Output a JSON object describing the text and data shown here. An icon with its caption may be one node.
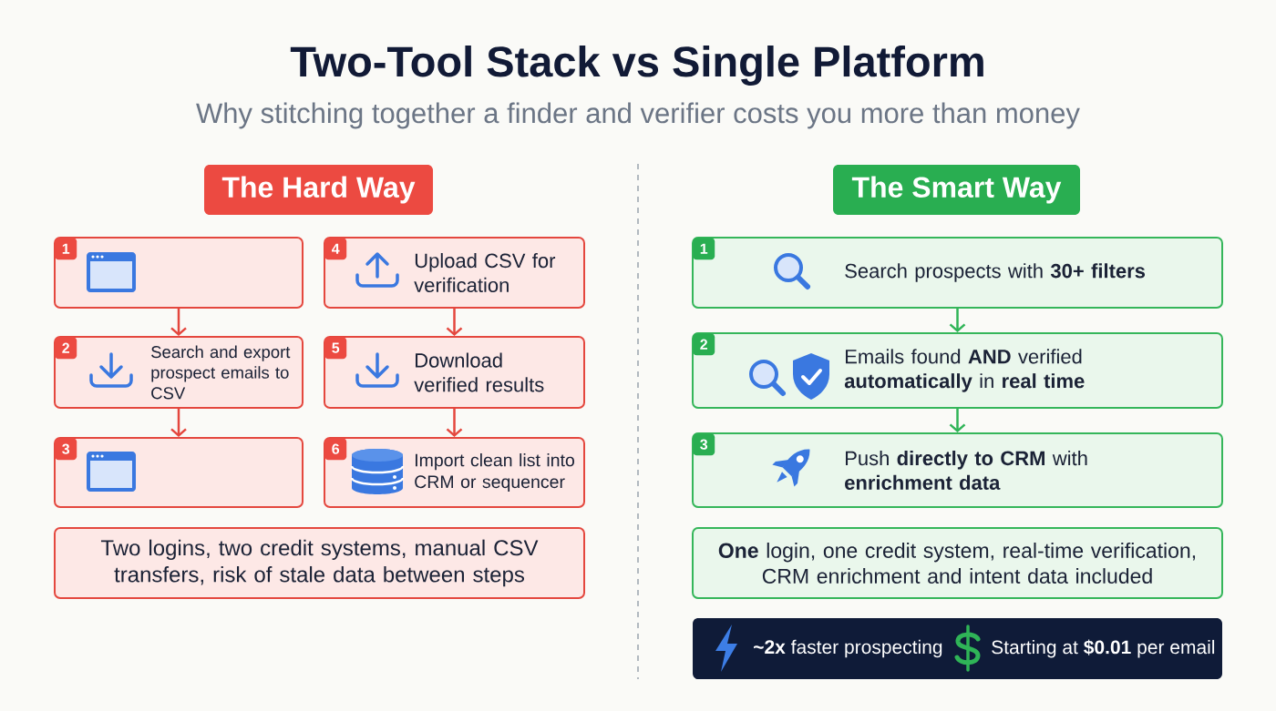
{
  "diagram": {
    "title": "Two-Tool Stack vs Single Platform",
    "nodes": [
      {
        "text": [
          "The Hard Way"
        ]
      },
      {
        "text": [
          "1"
        ]
      },
      {
        "text": [
          "2",
          "Search and export prospect emails to CSV"
        ]
      },
      {
        "text": [
          "3"
        ]
      },
      {
        "text": [
          "4",
          "Upload CSV for verification"
        ]
      },
      {
        "text": [
          "5",
          "Download verified results"
        ]
      },
      {
        "text": [
          "6",
          "Import clean list into CRM or sequencer"
        ]
      },
      {
        "text": [
          "Two logins, two credit systems, manual CSV transfers, risk of stale data between steps"
        ]
      },
      {
        "text": [
          "The Smart Way"
        ]
      },
      {
        "text": [
          "1",
          "Search prospects with **30+ filters**"
        ]
      },
      {
        "text": [
          "2",
          "Emails found **AND** verified **automatically** in **real time**"
        ]
      },
      {
        "text": [
          "3",
          "Push **directly to CRM** with **enrichment data**"
        ]
      },
      {
        "text": [
          "**One** login, one credit system, real-time verification, CRM enrichment and intent data included"
        ]
      },
      {
        "text": [
          "**~2x** faster prospecting",
          "Starting at **$0.01** per email"
        ]
      }
    ],
    "edges": [
      {
        "from": 1,
        "to": 2,
        "arrow": "to"
      },
      {
        "from": 2,
        "to": 3,
        "arrow": "to"
      },
      {
        "from": 4,
        "to": 5,
        "arrow": "to"
      },
      {
        "from": 5,
        "to": 6,
        "arrow": "to"
      },
      {
        "from": 9,
        "to": 10,
        "arrow": "to",
        "color": "#2fb457"
      },
      {
        "from": 10,
        "to": 11,
        "arrow": "to",
        "color": "#2fb457"
      }
    ],
    "labels": [
      "Why stitching together a finder and verifier costs you more than money"
    ]
  }
}
